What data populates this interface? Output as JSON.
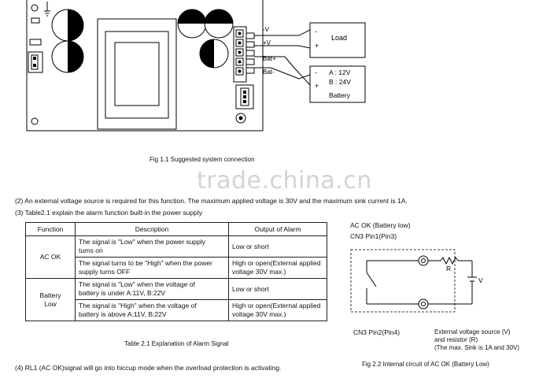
{
  "diagram_top": {
    "terminals": [
      "-V",
      "+V",
      "Bat+",
      "Bat-"
    ],
    "load": {
      "minus": "-",
      "label": "Load",
      "plus": "+"
    },
    "battery": {
      "minus": "-",
      "line_a": "A : 12V",
      "line_b": "B : 24V",
      "plus": "+",
      "label": "Battery"
    },
    "caption": "Fig 1.1 Suggested system connection"
  },
  "watermark": "trade.china.cn",
  "paragraphs": {
    "p2": "(2) An external voltage source is required for this function. The maximum applied voltage is 30V and the maximum sink current is 1A.",
    "p3": "(3) Table2.1 explain the alarm function built-in the power supply",
    "p4": "(4) RL1 (AC OK)signal will go into hiccup mode when the overload protection is activating."
  },
  "table": {
    "headers": [
      "Function",
      "Description",
      "Output of Alarm"
    ],
    "groups": [
      {
        "function": [
          "AC OK"
        ],
        "rows": [
          {
            "desc": [
              "The signal is \"Low\" when the power supply",
              "turns on"
            ],
            "out": [
              "Low or short"
            ]
          },
          {
            "desc": [
              "The signal turns to be \"High\" when the power",
              "supply turns OFF"
            ],
            "out": [
              "High or open(External applied",
              "voltage 30V max.)"
            ]
          }
        ]
      },
      {
        "function": [
          "Battery",
          "Low"
        ],
        "rows": [
          {
            "desc": [
              "The signal is \"Low\" when the voltage of",
              "battery is under A:11V, B:22V"
            ],
            "out": [
              "Low or short"
            ]
          },
          {
            "desc": [
              "The signal is \"High\" when the voltage of",
              "battery is above A:11V, B:22V"
            ],
            "out": [
              "High or open(External applied",
              "voltage 30V max.)"
            ]
          }
        ]
      }
    ],
    "caption": "Table 2.1 Explanation of Alarm Signal"
  },
  "circuit": {
    "title1": "AC OK (Battery low)",
    "title2": "CN3 Pin1(Pin3)",
    "r_label": "R",
    "v_label": "V",
    "pin2_label": "CN3 Pin2(Pin4)",
    "ext_line1": "External voltage source (V)",
    "ext_line2": "and resistor (R)",
    "ext_line3": "(The max. Sink is 1A and 30V)",
    "caption": "Fig 2.2 Internal circuit of AC OK (Battery Low)"
  }
}
